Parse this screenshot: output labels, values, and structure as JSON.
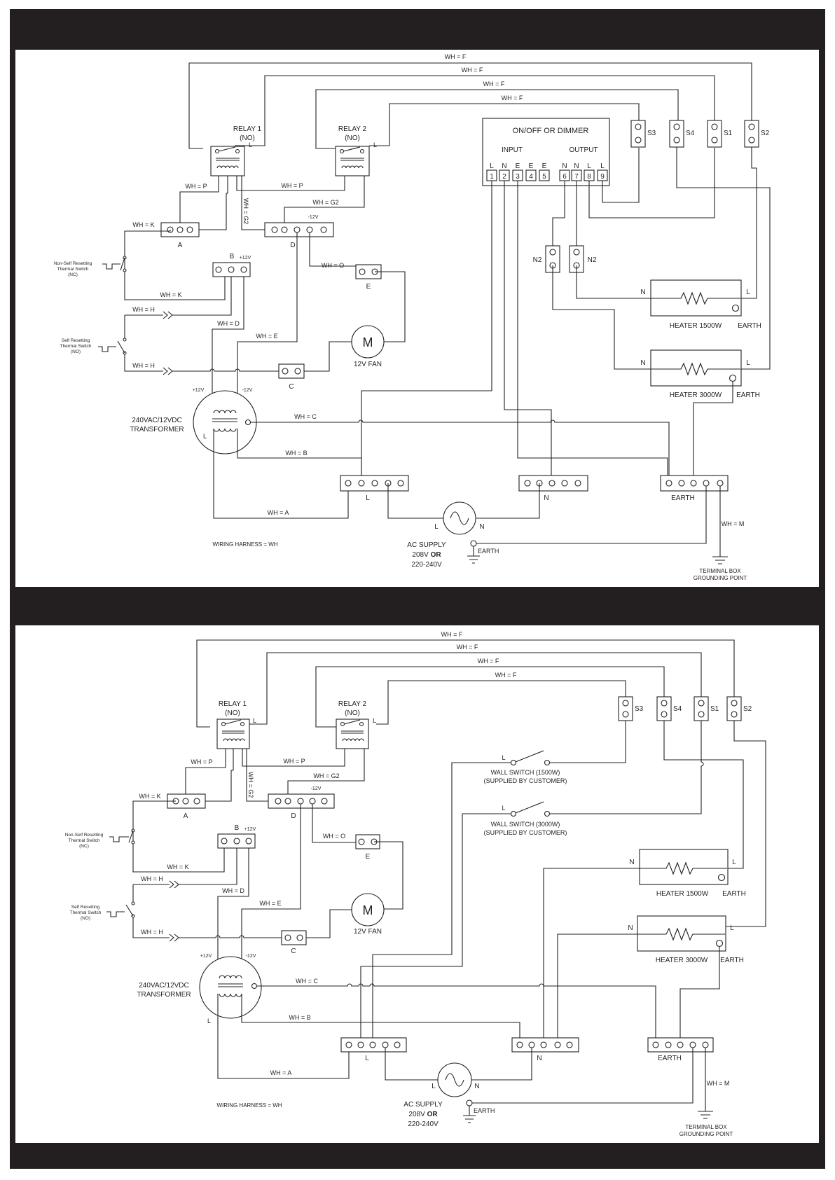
{
  "diagrams": [
    {
      "relay1": {
        "title": "RELAY 1",
        "sub": "(NO)",
        "l": "L"
      },
      "relay2": {
        "title": "RELAY 2",
        "sub": "(NO)",
        "l": "L"
      },
      "dimmer": {
        "title": "ON/OFF OR DIMMER",
        "input": "INPUT",
        "output": "OUTPUT",
        "pins": [
          {
            "letter": "L",
            "num": "1"
          },
          {
            "letter": "N",
            "num": "2"
          },
          {
            "letter": "E",
            "num": "3"
          },
          {
            "letter": "E",
            "num": "4"
          },
          {
            "letter": "E",
            "num": "5"
          },
          {
            "letter": "N",
            "num": "6"
          },
          {
            "letter": "N",
            "num": "7"
          },
          {
            "letter": "L",
            "num": "8"
          },
          {
            "letter": "L",
            "num": "9"
          }
        ]
      },
      "switches": {
        "s3": "S3",
        "s4": "S4",
        "s1": "S1",
        "s2": "S2"
      },
      "n2a": "N2",
      "n2b": "N2",
      "heater1500": {
        "label": "HEATER 1500W",
        "n": "N",
        "l": "L",
        "earth": "EARTH"
      },
      "heater3000": {
        "label": "HEATER 3000W",
        "n": "N",
        "l": "L",
        "earth": "EARTH"
      },
      "blocks": {
        "a": "A",
        "b": "B",
        "b12": "+12V",
        "c": "C",
        "d": "D",
        "d12": "-12V",
        "e": "E"
      },
      "fan": {
        "symbol": "M",
        "label": "12V FAN"
      },
      "transformer": {
        "line1": "240VAC/12VDC",
        "line2": "TRANSFORMER",
        "plus": "+12V",
        "minus": "-12V",
        "l": "L"
      },
      "thermal_nc": [
        "Non-Self Resetting",
        "Thermal Switch",
        "(NC)"
      ],
      "thermal_no": [
        "Self Resetting",
        "Thermal Switch",
        "(NO)"
      ],
      "wires": {
        "f1": "WH = F",
        "f2": "WH = F",
        "f3": "WH = F",
        "f4": "WH = F",
        "p1": "WH = P",
        "p2": "WH = P",
        "g2v": "WH = G2",
        "g2": "WH = G2",
        "k1": "WH = K",
        "k2": "WH = K",
        "o": "WH = O",
        "h1": "WH = H",
        "h2": "WH = H",
        "d": "WH = D",
        "e": "WH = E",
        "c": "WH = C",
        "b": "WH = B",
        "a": "WH = A",
        "m": "WH = M"
      },
      "terminals": {
        "l": "L",
        "n": "N",
        "earth": "EARTH"
      },
      "ac": {
        "l": "L",
        "n": "N",
        "line1": "AC SUPPLY",
        "line2a": "208V ",
        "line2b": "OR",
        "line3": "220-240V",
        "earth": "EARTH"
      },
      "harness": "WIRING HARNESS = WH",
      "ground": [
        "TERMINAL BOX",
        "GROUNDING POINT"
      ]
    },
    {
      "relay1": {
        "title": "RELAY 1",
        "sub": "(NO)",
        "l": "L"
      },
      "relay2": {
        "title": "RELAY 2",
        "sub": "(NO)",
        "l": "L"
      },
      "switches": {
        "s3": "S3",
        "s4": "S4",
        "s1": "S1",
        "s2": "S2"
      },
      "wall1500": {
        "l": "L",
        "line1": "WALL SWITCH (1500W)",
        "line2": "(SUPPLIED BY CUSTOMER)"
      },
      "wall3000": {
        "l": "L",
        "line1": "WALL SWITCH (3000W)",
        "line2": "(SUPPLIED BY CUSTOMER)"
      },
      "heater1500": {
        "label": "HEATER 1500W",
        "n": "N",
        "l": "L",
        "earth": "EARTH"
      },
      "heater3000": {
        "label": "HEATER 3000W",
        "n": "N",
        "l": "L",
        "earth": "EARTH"
      },
      "blocks": {
        "a": "A",
        "b": "B",
        "b12": "+12V",
        "c": "C",
        "d": "D",
        "d12": "-12V",
        "e": "E"
      },
      "fan": {
        "symbol": "M",
        "label": "12V FAN"
      },
      "transformer": {
        "line1": "240VAC/12VDC",
        "line2": "TRANSFORMER",
        "plus": "+12V",
        "minus": "-12V",
        "l": "L"
      },
      "thermal_nc": [
        "Non-Self Resetting",
        "Thermal Switch",
        "(NC)"
      ],
      "thermal_no": [
        "Self Resetting",
        "Thermal Switch",
        "(NO)"
      ],
      "wires": {
        "f1": "WH = F",
        "f2": "WH = F",
        "f3": "WH = F",
        "f4": "WH = F",
        "p1": "WH = P",
        "p2": "WH = P",
        "g2v": "WH = G2",
        "g2": "WH = G2",
        "k1": "WH = K",
        "k2": "WH = K",
        "o": "WH = O",
        "h1": "WH = H",
        "h2": "WH = H",
        "d": "WH = D",
        "e": "WH = E",
        "c": "WH = C",
        "b": "WH = B",
        "a": "WH = A",
        "m": "WH = M"
      },
      "terminals": {
        "l": "L",
        "n": "N",
        "earth": "EARTH"
      },
      "ac": {
        "l": "L",
        "n": "N",
        "line1": "AC SUPPLY",
        "line2a": "208V ",
        "line2b": "OR",
        "line3": "220-240V",
        "earth": "EARTH"
      },
      "harness": "WIRING HARNESS = WH",
      "ground": [
        "TERMINAL BOX",
        "GROUNDING POINT"
      ]
    }
  ]
}
